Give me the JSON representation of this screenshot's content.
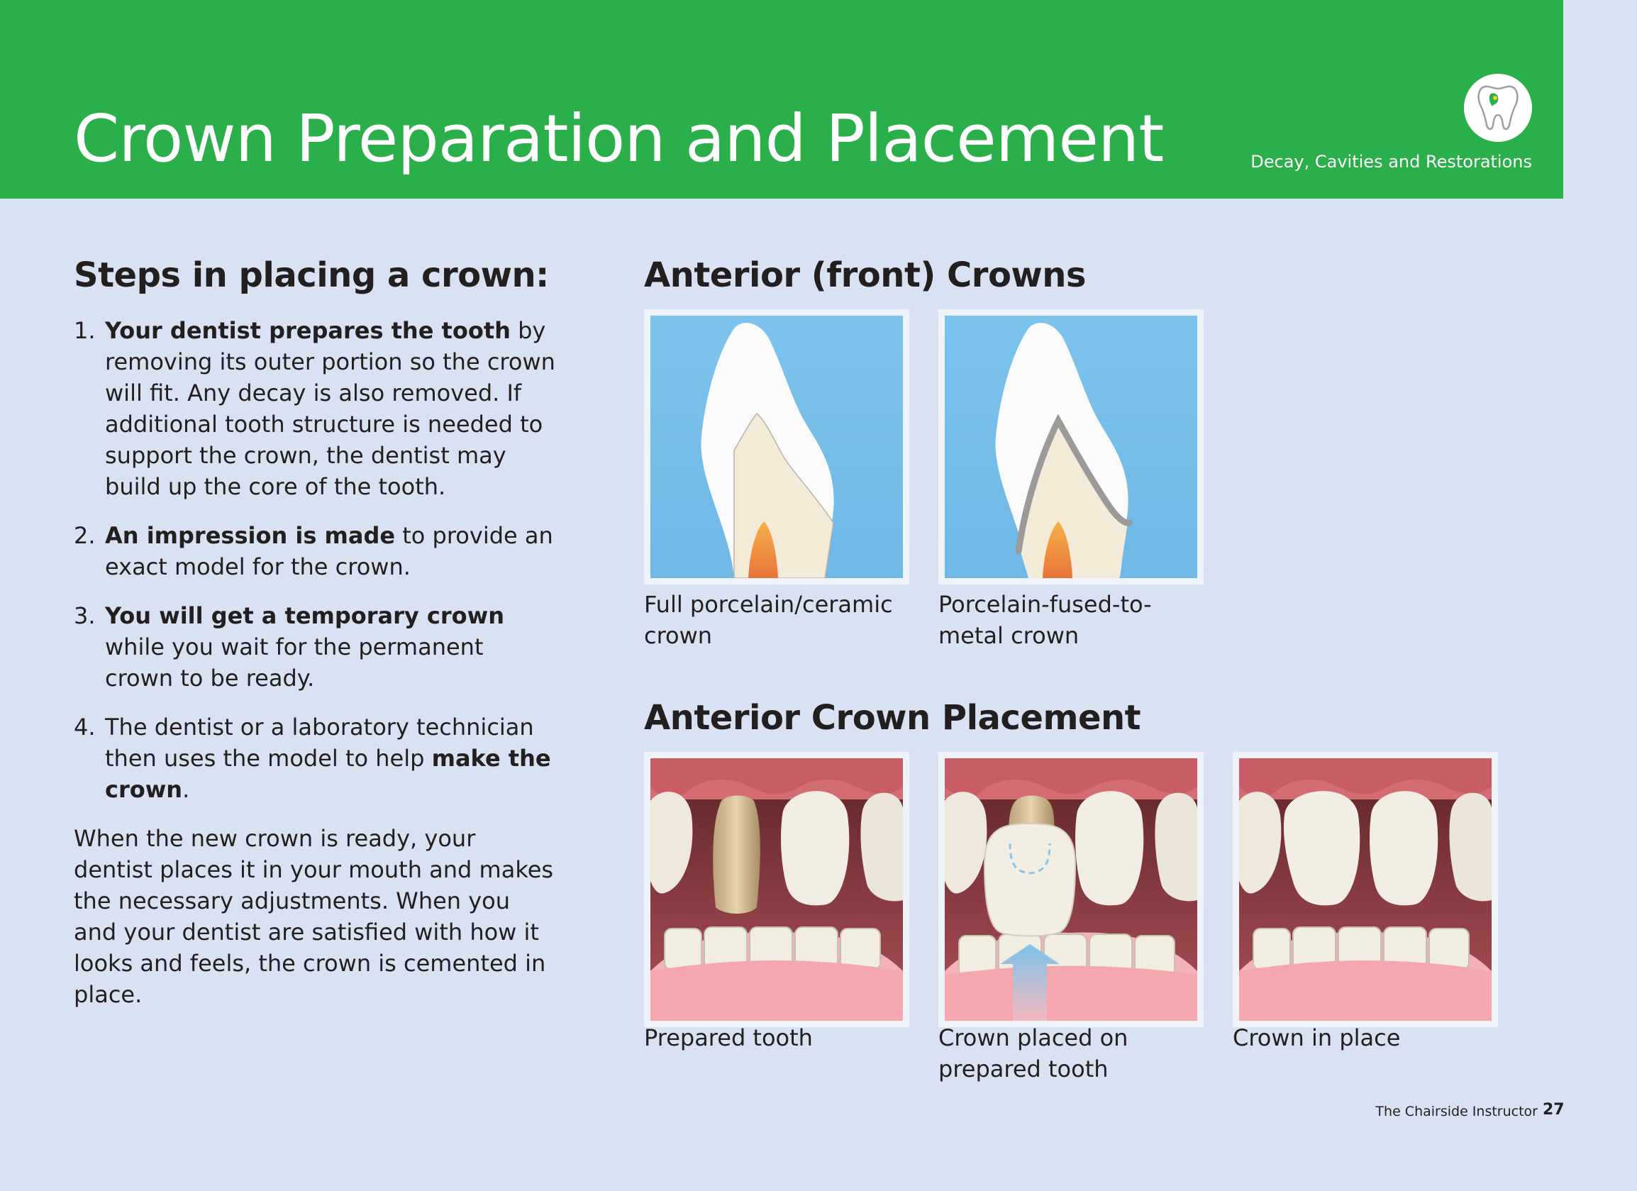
{
  "header": {
    "title": "Crown Preparation and Placement",
    "section": "Decay, Cavities and Restorations",
    "badge_icon": "tooth-icon",
    "color": "#2baf4a"
  },
  "steps": {
    "heading": "Steps in placing a crown:",
    "items": [
      {
        "num": "1.",
        "bold": "Your dentist prepares the tooth",
        "after": " by removing its outer portion so the crown will fit. Any decay is also removed. If additional tooth structure is needed to support the crown, the dentist may build up the core of the tooth."
      },
      {
        "num": "2.",
        "bold": "An impression is made",
        "after": " to provide an exact model for the crown."
      },
      {
        "num": "3.",
        "bold": "You will get a temporary crown",
        "after": " while you wait for the permanent crown to be ready."
      },
      {
        "num": "4.",
        "before": "The dentist or a laboratory technician then uses the model to help ",
        "bold": "make the crown",
        "after": "."
      }
    ],
    "outro": "When the new crown is ready, your dentist places it in your mouth and makes the necessary adjustments. When you and your dentist are satisfied with how it looks and feels, the crown is cemented in place."
  },
  "anterior_crowns": {
    "heading": "Anterior (front) Crowns",
    "captions": [
      "Full porcelain/ceramic crown",
      "Porcelain-fused-to-metal crown"
    ]
  },
  "placement": {
    "heading": "Anterior Crown Placement",
    "captions": [
      "Prepared tooth",
      "Crown placed on prepared tooth",
      "Crown in place"
    ]
  },
  "footer": {
    "label": "The Chairside Instructor",
    "page": "27"
  }
}
